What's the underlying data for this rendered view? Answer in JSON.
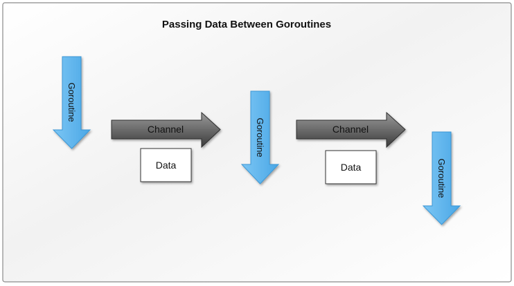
{
  "title": "Passing Data Between Goroutines",
  "goroutines": [
    {
      "label": "Goroutine"
    },
    {
      "label": "Goroutine"
    },
    {
      "label": "Goroutine"
    }
  ],
  "channels": [
    {
      "label": "Channel"
    },
    {
      "label": "Channel"
    }
  ],
  "data_boxes": [
    {
      "label": "Data"
    },
    {
      "label": "Data"
    }
  ],
  "colors": {
    "goroutine_fill": "#5fb4ec",
    "goroutine_stroke": "#3a97d6",
    "channel_fill": "#6a6a6a",
    "channel_stroke": "#2e2e2e",
    "frame_stroke": "#8a8a8a"
  }
}
